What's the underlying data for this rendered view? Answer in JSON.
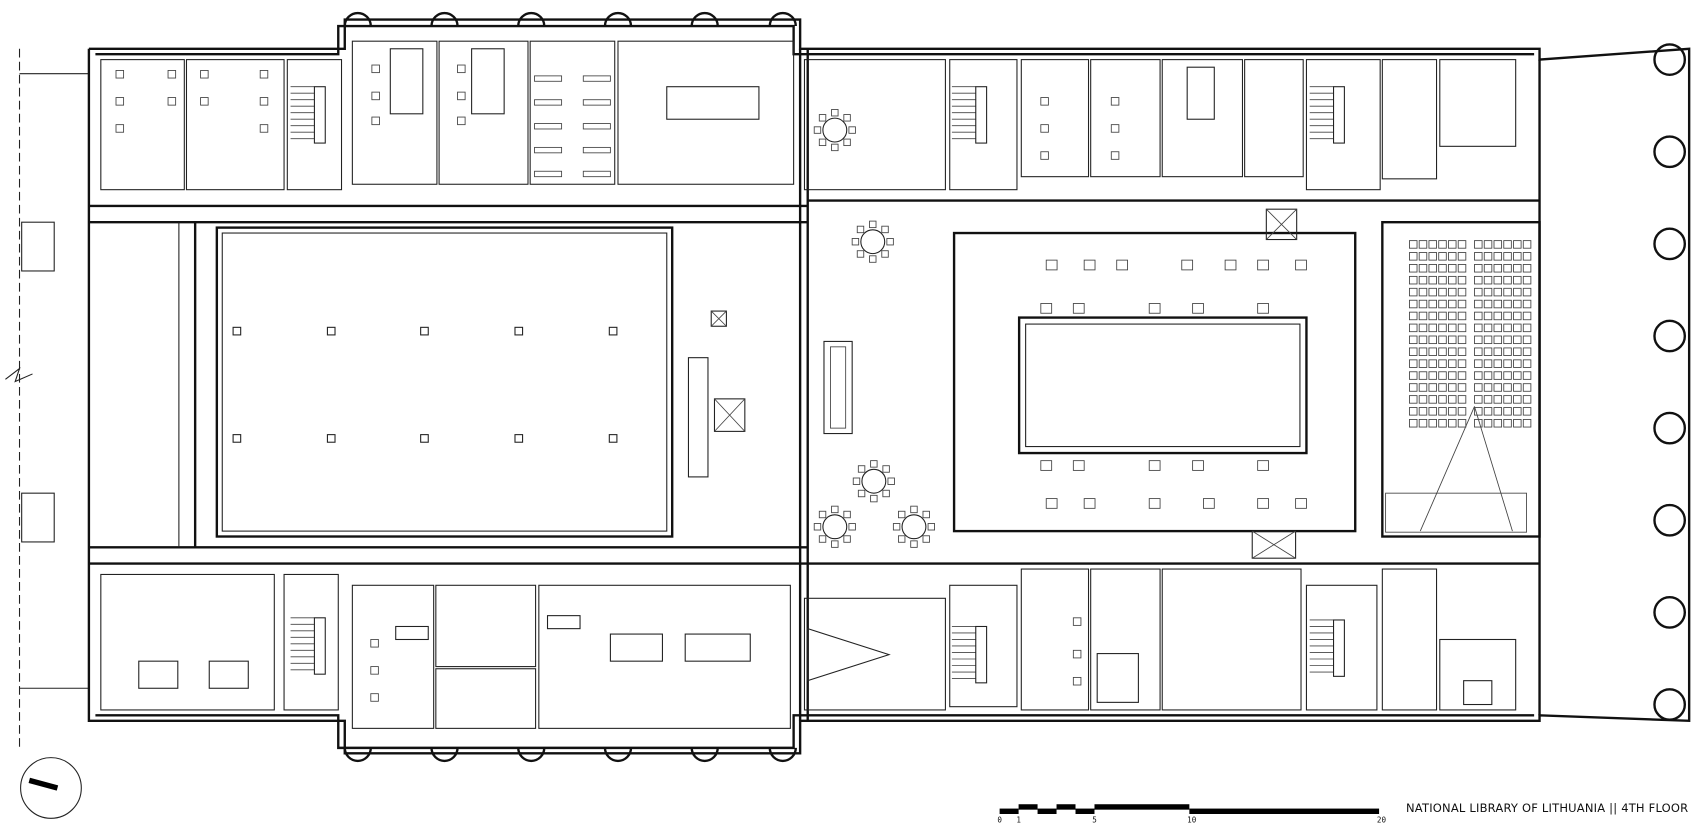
{
  "title": "NATIONAL LIBRARY OF LITHUANIA || 4TH FLOOR",
  "scale_bar": {
    "labels": [
      "0",
      "1",
      "5",
      "10",
      "20"
    ],
    "values": [
      0,
      1,
      5,
      10,
      20
    ],
    "max": 20
  },
  "north_arrow": {
    "icon": "north-arrow-icon"
  },
  "colors": {
    "line": "#111111",
    "background": "#ffffff"
  }
}
